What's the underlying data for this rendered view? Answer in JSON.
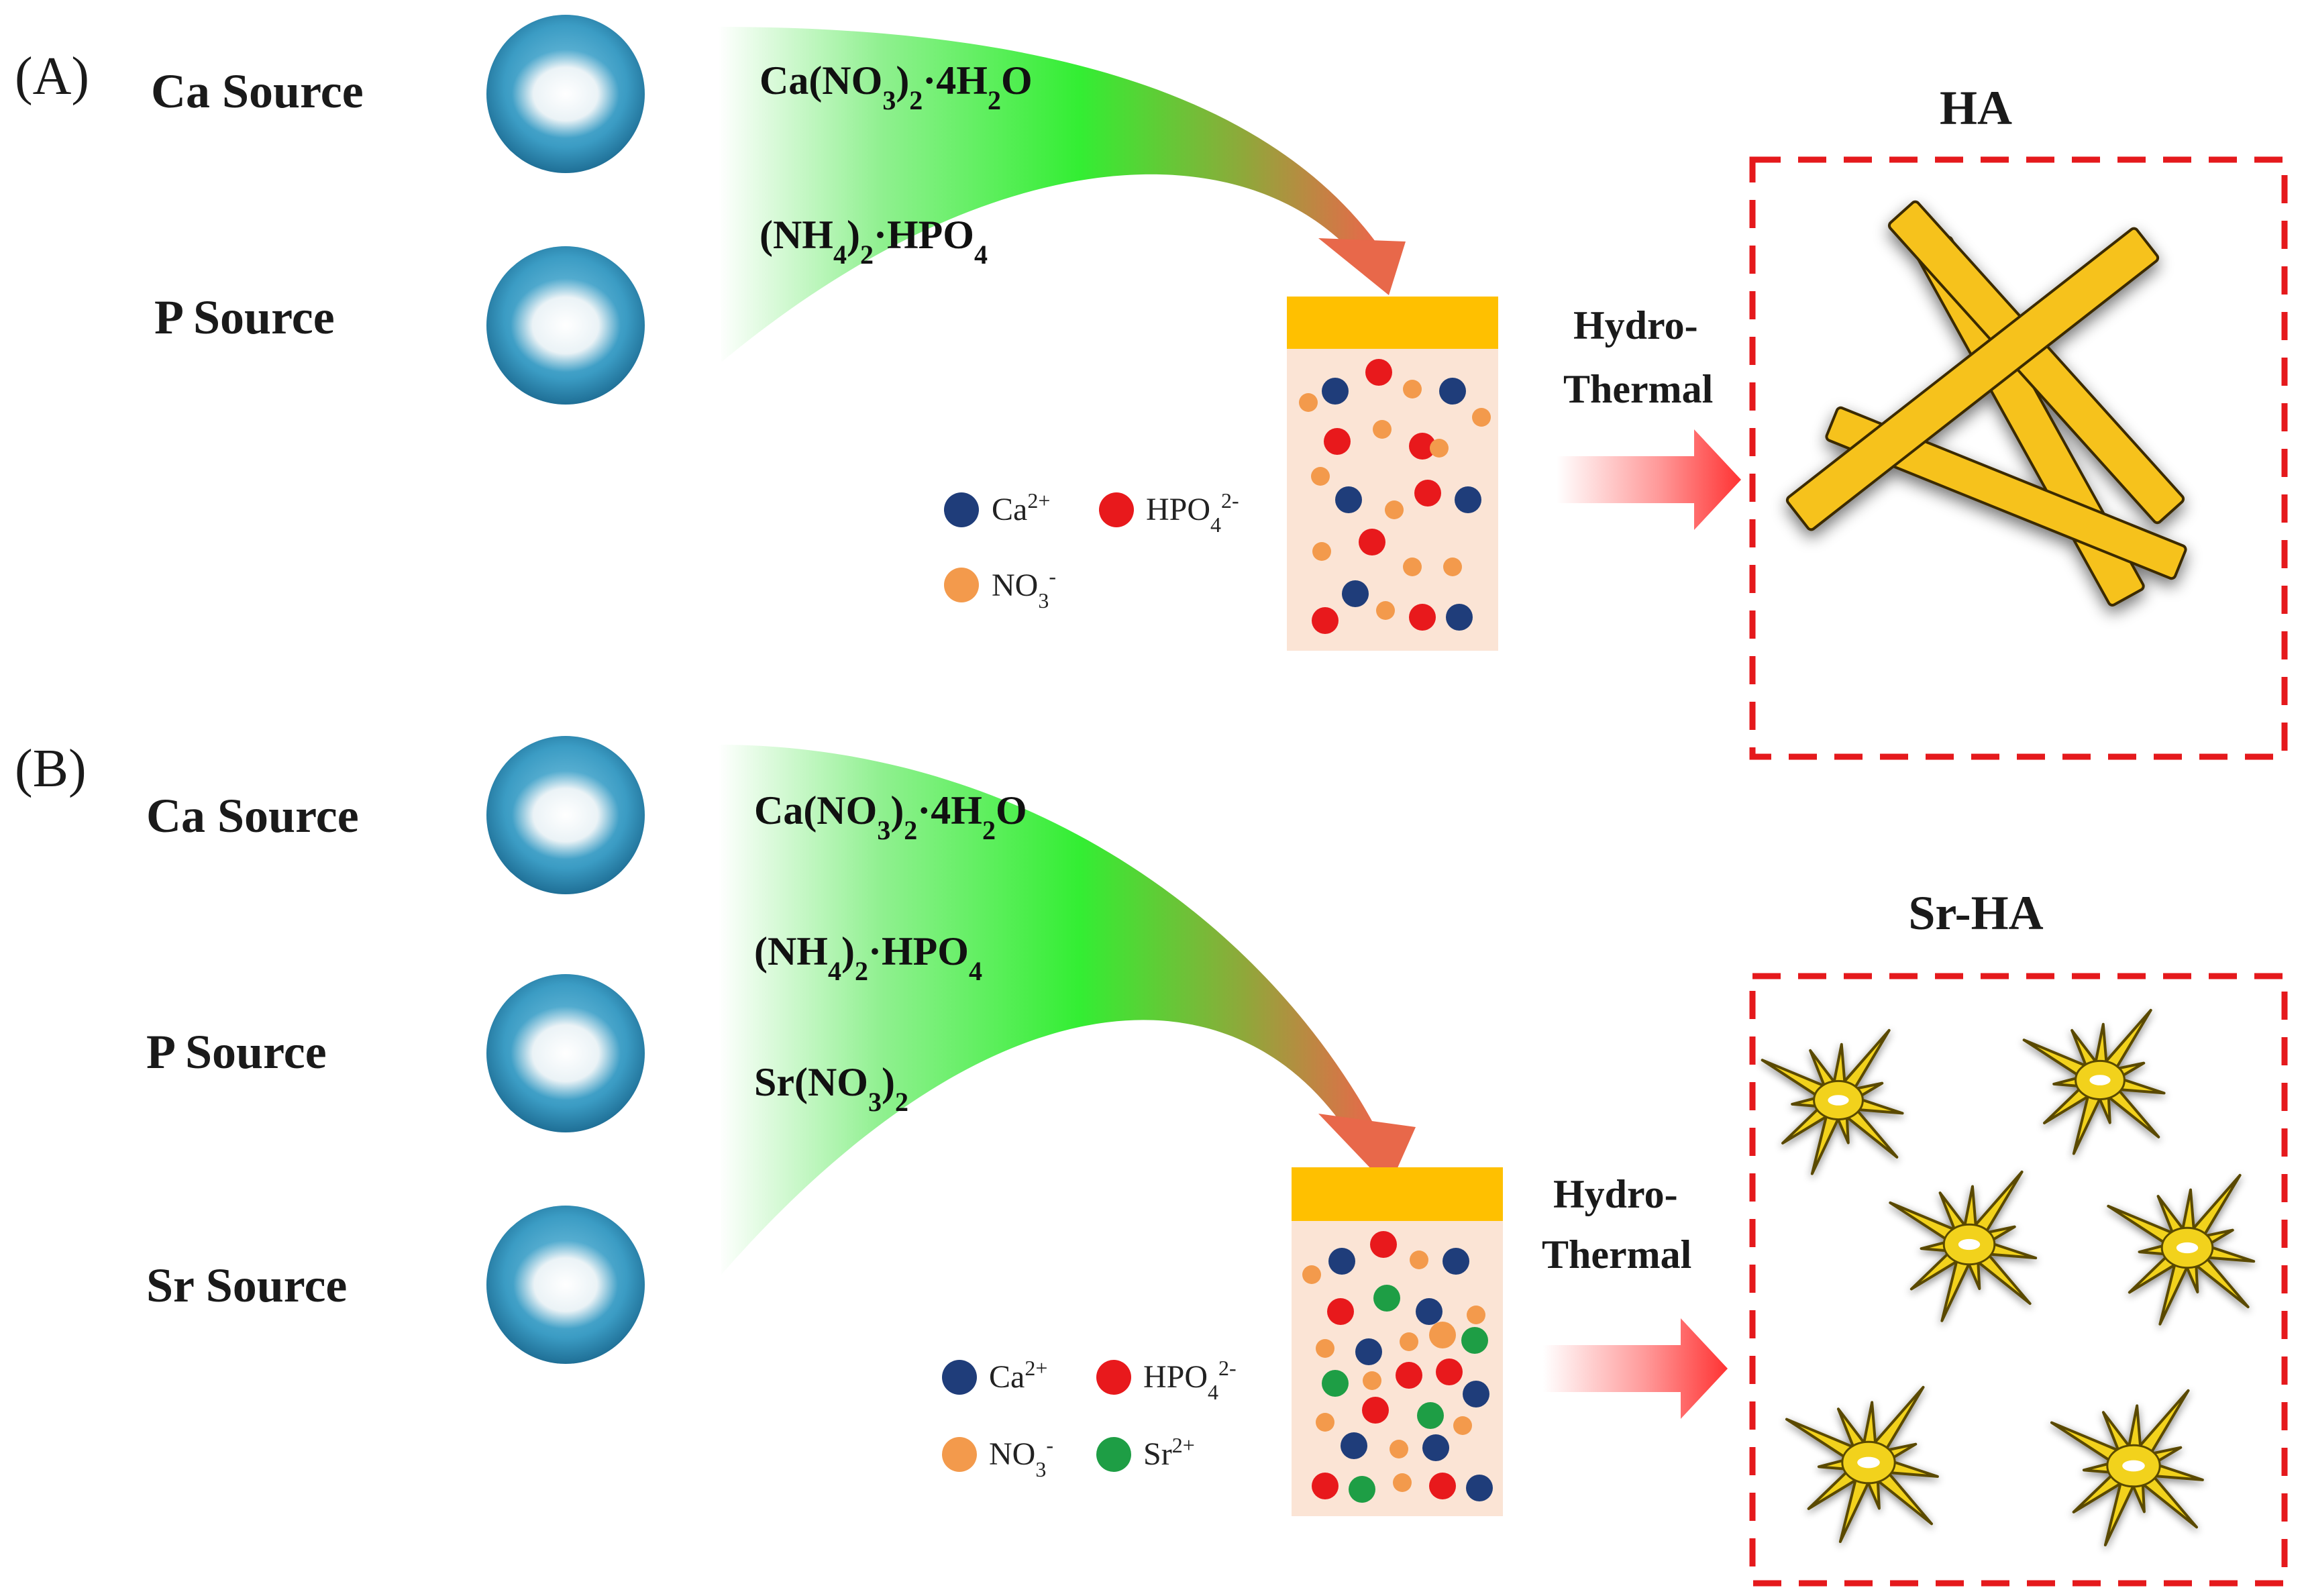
{
  "colors": {
    "ca_ion": "#1f3d7a",
    "hpo4_ion": "#e8191c",
    "no3_ion": "#f39a4c",
    "sr_ion": "#1e9e45",
    "beaker_lid": "#ffc000",
    "beaker_body": "#fbe4d5",
    "flow_arrow": "#33ee33",
    "flow_arrow_tip": "#e8684a",
    "process_arrow": "#ff4444",
    "dish": "#3b9cc4",
    "result_frame": "#e5191c",
    "rod": "#f6c21a",
    "flower": "#f2d21a"
  },
  "panels": [
    {
      "label": "(A)",
      "sources": [
        {
          "label": "Ca Source",
          "icon": "dish-powder-icon"
        },
        {
          "label": "P  Source",
          "icon": "dish-powder-icon"
        }
      ],
      "reagents": [
        {
          "main": "Ca(NO",
          "sub1": "3",
          "mid": ")",
          "sub2": "2",
          "tail": "·4H",
          "sub3": "2",
          "end": "O"
        },
        {
          "main": "(NH",
          "sub1": "4",
          "mid": ")",
          "sub2": "2",
          "tail": "·HPO",
          "sub3": "4",
          "end": ""
        }
      ],
      "legend": [
        {
          "symbol": "Ca",
          "sup": "2+",
          "sub": "",
          "color_key": "ca_ion"
        },
        {
          "symbol": "HPO",
          "sub": "4",
          "sup": "2-",
          "color_key": "hpo4_ion"
        },
        {
          "symbol": "NO",
          "sub": "3",
          "sup": "-",
          "color_key": "no3_ion"
        }
      ],
      "process": {
        "line1": "Hydro-",
        "line2": "Thermal"
      },
      "result": {
        "title": "HA",
        "morphology": "rod-icon"
      }
    },
    {
      "label": "(B)",
      "sources": [
        {
          "label": "Ca Source",
          "icon": "dish-powder-icon"
        },
        {
          "label": "P  Source",
          "icon": "dish-powder-icon"
        },
        {
          "label": "Sr  Source",
          "icon": "dish-powder-icon"
        }
      ],
      "reagents": [
        {
          "main": "Ca(NO",
          "sub1": "3",
          "mid": ")",
          "sub2": "2",
          "tail": "·4H",
          "sub3": "2",
          "end": "O"
        },
        {
          "main": "(NH",
          "sub1": "4",
          "mid": ")",
          "sub2": "2",
          "tail": "·HPO",
          "sub3": "4",
          "end": ""
        },
        {
          "main": "Sr(NO",
          "sub1": "3",
          "mid": ")",
          "sub2": "2",
          "tail": "",
          "sub3": "",
          "end": ""
        }
      ],
      "legend": [
        {
          "symbol": "Ca",
          "sup": "2+",
          "sub": "",
          "color_key": "ca_ion"
        },
        {
          "symbol": "HPO",
          "sub": "4",
          "sup": "2-",
          "color_key": "hpo4_ion"
        },
        {
          "symbol": "NO",
          "sub": "3",
          "sup": "-",
          "color_key": "no3_ion"
        },
        {
          "symbol": "Sr",
          "sup": "2+",
          "sub": "",
          "color_key": "sr_ion"
        }
      ],
      "process": {
        "line1": "Hydro-",
        "line2": "Thermal"
      },
      "result": {
        "title": "Sr-HA",
        "morphology": "flower-icon"
      }
    }
  ]
}
